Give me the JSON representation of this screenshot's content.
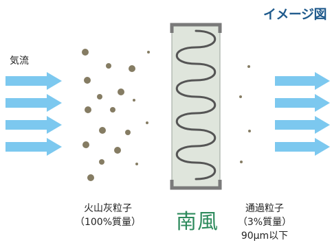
{
  "title": "イメージ図",
  "airflow_label": "気流",
  "left_caption": {
    "line1": "火山灰粒子",
    "line2": "（100%質量）"
  },
  "right_caption": {
    "line1": "通過粒子",
    "line2": "（3%質量）",
    "line3": "90μm以下"
  },
  "brand": "南風",
  "colors": {
    "title": "#1f5a8c",
    "arrow": "#7cc8ef",
    "particle": "#857c63",
    "filter_frame": "#7a7a7a",
    "filter_fill": "#dfe5dc",
    "coil": "#555555",
    "brand": "#2d8a5c"
  },
  "icons": [
    "arrow-right-icon",
    "particle-dot-icon",
    "filter-coil-icon"
  ]
}
